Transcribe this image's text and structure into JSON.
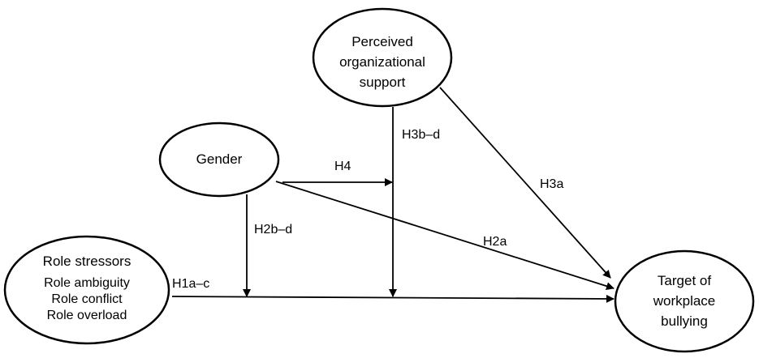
{
  "colors": {
    "stroke": "#000000",
    "fill": "#ffffff",
    "text": "#000000"
  },
  "nodes": {
    "perceived_support": {
      "lines": [
        "Perceived",
        "organizational",
        "support"
      ]
    },
    "gender": {
      "lines": [
        "Gender"
      ]
    },
    "role_stressors": {
      "title": "Role stressors",
      "items": [
        "Role ambiguity",
        "Role conflict",
        "Role overload"
      ]
    },
    "target_bullying": {
      "lines": [
        "Target of",
        "workplace",
        "bullying"
      ]
    }
  },
  "edges": {
    "h1": {
      "label": "H1a–c"
    },
    "h2a": {
      "label": "H2a"
    },
    "h2bd": {
      "label": "H2b–d"
    },
    "h3a": {
      "label": "H3a"
    },
    "h3bd": {
      "label": "H3b–d"
    },
    "h4": {
      "label": "H4"
    }
  }
}
